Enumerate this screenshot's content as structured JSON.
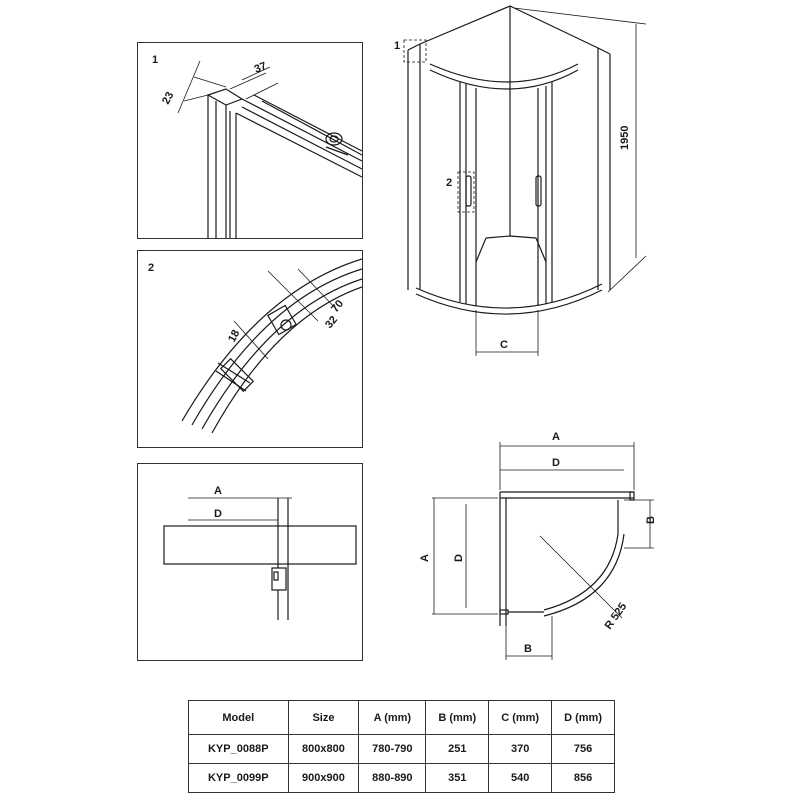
{
  "detail_labels": {
    "panel1": "1",
    "panel2": "2",
    "callout1": "1",
    "callout2": "2"
  },
  "dimensions": {
    "profile_width": "37",
    "profile_depth": "23",
    "slider_a": "70",
    "slider_b": "32",
    "slider_c": "18",
    "height": "1950",
    "radius": "R 525",
    "A": "A",
    "B": "B",
    "C": "C",
    "D": "D"
  },
  "table": {
    "headers": [
      "Model",
      "Size",
      "A (mm)",
      "B (mm)",
      "C (mm)",
      "D (mm)"
    ],
    "rows": [
      [
        "KYP_0088P",
        "800x800",
        "780-790",
        "251",
        "370",
        "756"
      ],
      [
        "KYP_0099P",
        "900x900",
        "880-890",
        "351",
        "540",
        "856"
      ]
    ]
  },
  "colors": {
    "line": "#1a1a1a",
    "frame": "#333333"
  }
}
